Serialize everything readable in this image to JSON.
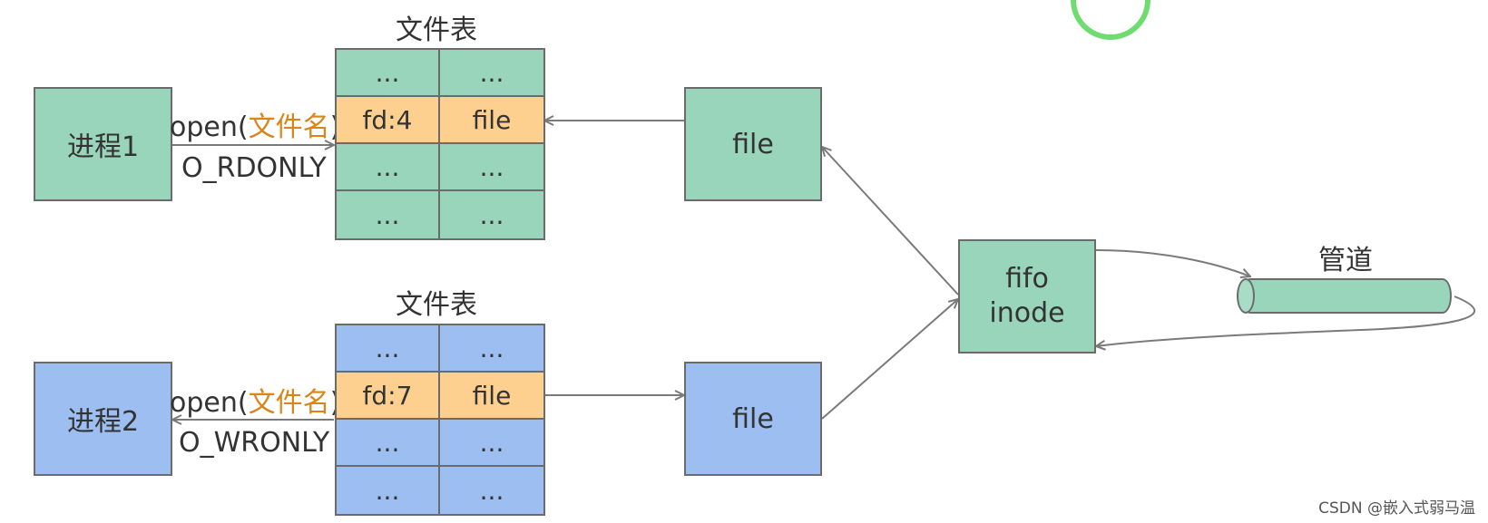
{
  "table1": {
    "title": "文件表",
    "rows": [
      [
        "...",
        "..."
      ],
      [
        "fd:4",
        "file"
      ],
      [
        "...",
        "..."
      ],
      [
        "...",
        "..."
      ]
    ]
  },
  "table2": {
    "title": "文件表",
    "rows": [
      [
        "...",
        "..."
      ],
      [
        "fd:7",
        "file"
      ],
      [
        "...",
        "..."
      ],
      [
        "...",
        "..."
      ]
    ]
  },
  "process1": {
    "label": "进程1",
    "call_prefix": "open(",
    "call_arg": "文件名",
    "call_suffix": ")",
    "flag": "O_RDONLY"
  },
  "process2": {
    "label": "进程2",
    "call_prefix": "open(",
    "call_arg": "文件名",
    "call_suffix": ")",
    "flag": "O_WRONLY"
  },
  "file1": {
    "label": "file"
  },
  "file2": {
    "label": "file"
  },
  "fifo": {
    "line1": "fifo",
    "line2": "inode"
  },
  "pipe": {
    "label": "管道"
  },
  "watermark": "CSDN @嵌入式弱马温",
  "colors": {
    "process1": "#99d5bb",
    "process2": "#9dbef0",
    "highlight_row": "#fdd08f",
    "filename_text": "#d9851a",
    "arrow": "#7a7a7a"
  }
}
